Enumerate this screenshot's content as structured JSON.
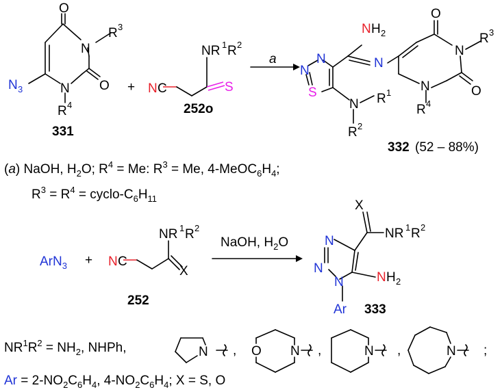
{
  "scheme1": {
    "compound_331": "331",
    "compound_252o": "252o",
    "compound_332": "332",
    "yield_332": "(52 – 88%)",
    "arrow_label": "a",
    "plus": "+",
    "atoms": {
      "O": "O",
      "N": "N",
      "S": "S",
      "R3": "R",
      "R4": "R",
      "sup3": "3",
      "sup4": "4",
      "sup1": "1",
      "sup2": "2",
      "N3": "N",
      "sub3": "3",
      "NR": "NR",
      "H2": "H",
      "sub2": "2",
      "C": "C",
      "R": "R"
    }
  },
  "conditions": {
    "line1_a": "(",
    "line1_a_it": "a",
    "line1_text": ") NaOH, H",
    "line1_text2": "O; R",
    "line1_text3": " = Me: R",
    "line1_text4": " = Me, 4-MeOC",
    "line1_text5": "H",
    "line1_text6": ";",
    "line2_text1": "R",
    "line2_text2": " = R",
    "line2_text3": " = cyclo-C",
    "line2_text4": "H",
    "sub2": "2",
    "sup4": "4",
    "sup3": "3",
    "sub6": "6",
    "sub4": "4",
    "sub11": "11"
  },
  "scheme2": {
    "arn3_ar": "ArN",
    "arn3_sub": "3",
    "plus": "+",
    "compound_252": "252",
    "compound_333": "333",
    "arrow_label_1": "NaOH, H",
    "arrow_label_sub": "2",
    "arrow_label_2": "O",
    "atoms": {
      "N": "N",
      "C": "C",
      "X": "X",
      "NR": "NR",
      "sup1": "1",
      "R": "R",
      "sup2": "2",
      "H2": "H",
      "sub2": "2",
      "Ar": "Ar"
    }
  },
  "footer": {
    "line1_a": "NR",
    "line1_sup1": "1",
    "line1_b": "R",
    "line1_sup2": "2",
    "line1_c": " = NH",
    "line1_sub2": "2",
    "line1_d": ", NHPh,",
    "comma": ",",
    "semicolon": ";",
    "ring_N": "N",
    "ring_O": "O",
    "line2_ar": "Ar",
    "line2_a": " = 2-NO",
    "line2_sub2": "2",
    "line2_b": "C",
    "line2_sub6": "6",
    "line2_c": "H",
    "line2_sub4": "4",
    "line2_d": ", 4-NO",
    "line2_e": "; X = S, O"
  },
  "colors": {
    "azide_blue": "#1f33d6",
    "nitrile_red": "#e8202a",
    "sulfur_magenta": "#e81ee8"
  }
}
